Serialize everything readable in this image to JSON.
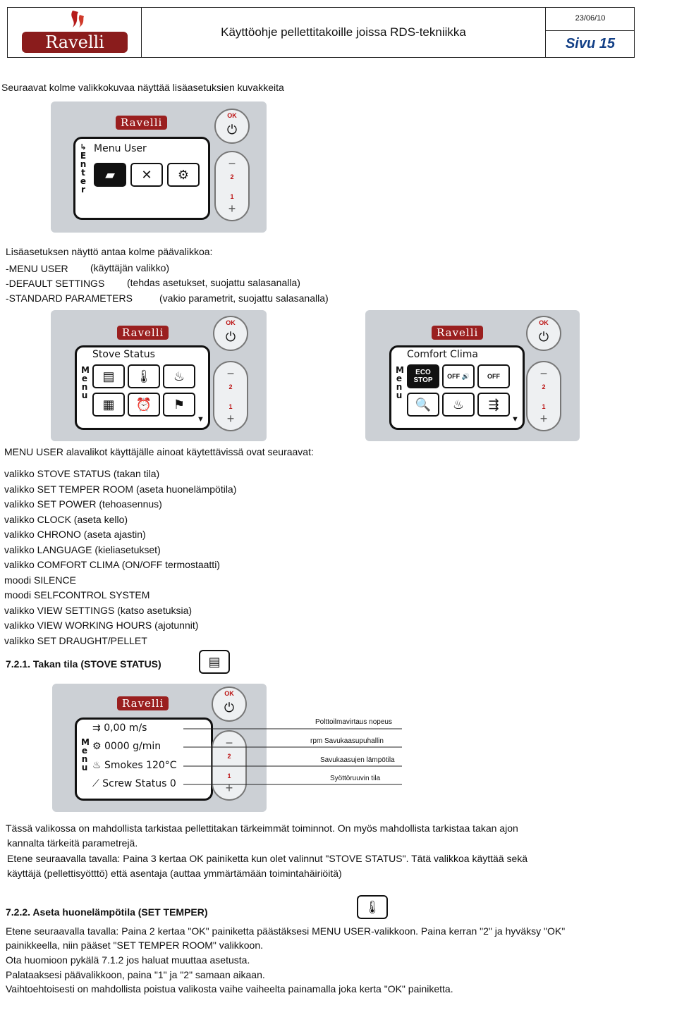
{
  "header": {
    "brand": "Ravelli",
    "title": "Käyttöohje pellettitakoille joissa RDS-tekniikka",
    "date": "23/06/10",
    "page": "Sivu 15"
  },
  "intro": "Seuraavat kolme valikkokuvaa näyttää lisäasetuksien kuvakkeita",
  "panel1": {
    "brand": "Ravelli",
    "screen_title": "Menu User",
    "tab": "Enter",
    "ok": "OK",
    "btn_minus": "−",
    "btn_plus": "+",
    "num2": "2",
    "num1": "1",
    "icons": [
      "pellet-icon",
      "tools-icon",
      "gear-icon"
    ]
  },
  "menus": {
    "intro": "Lisäasetuksen näyttö antaa kolme päävalikkoa:",
    "items": [
      {
        "name": "-MENU USER",
        "desc": "(käyttäjän valikko)"
      },
      {
        "name": "-DEFAULT SETTINGS",
        "desc": "(tehdas asetukset, suojattu salasanalla)"
      },
      {
        "name": "-STANDARD PARAMETERS",
        "desc": "(vakio parametrit, suojattu salasanalla)"
      }
    ]
  },
  "panel2": {
    "brand": "Ravelli",
    "screen_title": "Stove Status",
    "tab": "Menu",
    "ok": "OK",
    "num2": "2",
    "num1": "1"
  },
  "panel3": {
    "brand": "Ravelli",
    "screen_title": "Comfort Clima",
    "tab": "Menu",
    "ok": "OK",
    "num2": "2",
    "num1": "1",
    "eco": "ECO",
    "stop": "STOP",
    "off1": "OFF",
    "off2": "OFF"
  },
  "submenus": {
    "intro": "MENU USER alavalikot käyttäjälle ainoat käytettävissä ovat seuraavat:",
    "items": [
      "valikko STOVE STATUS (takan tila)",
      "valikko SET TEMPER ROOM (aseta huonelämpötila)",
      "valikko SET POWER (tehoasennus)",
      "valikko CLOCK (aseta kello)",
      "valikko CHRONO (aseta ajastin)",
      "valikko LANGUAGE (kieliasetukset)",
      "valikko COMFORT CLIMA (ON/OFF termostaatti)",
      "moodi  SILENCE",
      "moodi SELFCONTROL SYSTEM",
      "valikko VIEW SETTINGS (katso asetuksia)",
      "valikko VIEW WORKING HOURS (ajotunnit)",
      "valikko SET DRAUGHT/PELLET"
    ]
  },
  "section1": {
    "heading": "7.2.1. Takan tila (STOVE STATUS)",
    "panel": {
      "brand": "Ravelli",
      "tab": "Menu",
      "ok": "OK",
      "num2": "2",
      "num1": "1",
      "rows": [
        "0,00 m/s",
        "0000  g/min",
        "Smokes 120°C",
        "Screw Status   0"
      ]
    },
    "callouts": [
      "Polttoilmavirtaus nopeus",
      "rpm Savukaasupuhallin",
      "Savukaasujen lämpötila",
      "Syöttöruuvin tila"
    ],
    "paragraphs": [
      "Tässä valikossa on mahdollista tarkistaa pellettitakan tärkeimmät toiminnot. On myös mahdollista tarkistaa takan ajon",
      "kannalta tärkeitä parametrejä.",
      "Etene seuraavalla tavalla: Paina 3 kertaa OK painiketta kun olet valinnut \"STOVE STATUS\". Tätä valikkoa käyttää sekä",
      "käyttäjä (pellettisyötttö) että asentaja (auttaa ymmärtämään toimintahäiriöitä)"
    ]
  },
  "section2": {
    "heading": "7.2.2. Aseta huonelämpötila (SET TEMPER)",
    "paragraphs": [
      "Etene seuraavalla tavalla: Paina 2 kertaa \"OK\" painiketta päästäksesi MENU USER-valikkoon. Paina kerran \"2\" ja hyväksy \"OK\"",
      "painikkeella, niin pääset \"SET TEMPER ROOM\" valikkoon.",
      "Ota huomioon pykälä 7.1.2 jos haluat muuttaa asetusta.",
      "Palataaksesi päävalikkoon, paina \"1\" ja \"2\" samaan aikaan.",
      "Vaihtoehtoisesti on mahdollista poistua valikosta vaihe vaiheelta painamalla joka kerta \"OK\" painiketta."
    ]
  }
}
